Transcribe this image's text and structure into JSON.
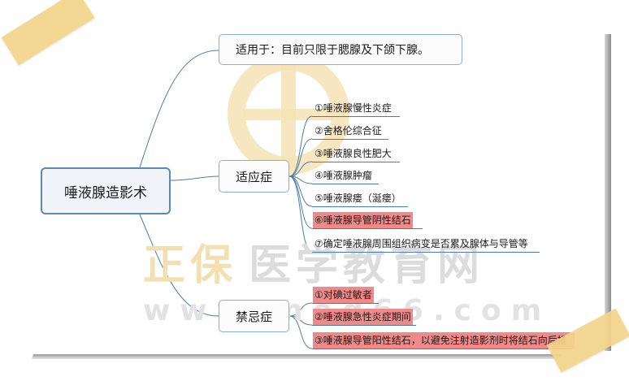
{
  "colors": {
    "line": "#4a7ea8",
    "root_border": "#5a8ab5",
    "highlight": "#f08a8a",
    "tape": "#f3d58a"
  },
  "mindmap": {
    "root": "唾液腺造影术",
    "applicable": "适用于：目前只限于腮腺及下颌下腺。",
    "indications": {
      "label": "适应症",
      "items": [
        {
          "text": "①唾液腺慢性炎症",
          "highlight": false
        },
        {
          "text": "②舍格伦综合征",
          "highlight": false
        },
        {
          "text": "③唾液腺良性肥大",
          "highlight": false
        },
        {
          "text": "④唾液腺肿瘤",
          "highlight": false
        },
        {
          "text": "⑤唾液腺瘘（涎瘘）",
          "highlight": false
        },
        {
          "text": "⑥唾液腺导管阴性结石",
          "highlight": true
        },
        {
          "text": "⑦确定唾液腺周围组织病变是否累及腺体与导管等",
          "highlight": false
        }
      ]
    },
    "contraindications": {
      "label": "禁忌症",
      "items": [
        {
          "text": "①对碘过敏者",
          "highlight": true
        },
        {
          "text": "②唾液腺急性炎症期间",
          "highlight": true
        },
        {
          "text": "③唾液腺导管阳性结石，以避免注射造影剂时将结石向后推",
          "highlight": true
        }
      ]
    }
  },
  "watermark": {
    "cn_a": "正保",
    "cn_b": "医学教育网",
    "url": "www.med66.com"
  }
}
